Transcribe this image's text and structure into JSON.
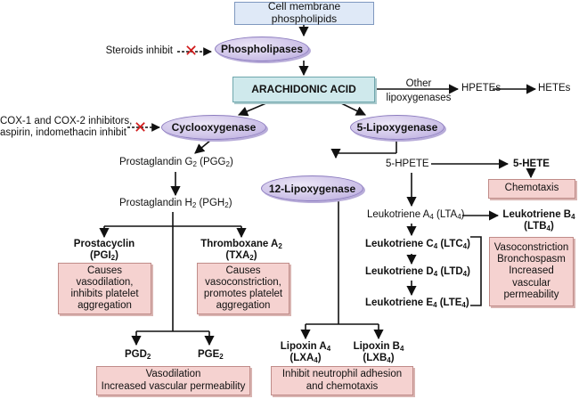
{
  "nodes": {
    "membrane": "Cell membrane phospholipids",
    "phospholipases": "Phospholipases",
    "arachidonic": "ARACHIDONIC ACID",
    "other_lipox_1": "Other",
    "other_lipox_2": "lipoxygenases",
    "hpetes": "HPETEs",
    "hetes": "HETEs",
    "cyclooxygenase": "Cyclooxygenase",
    "lipoxygenase5": "5-Lipoxygenase",
    "lipoxygenase12": "12-Lipoxygenase",
    "hpete5": "5-HPETE",
    "hete5": "5-HETE",
    "chemotaxis": "Chemotaxis",
    "pgg2": {
      "a": "Prostaglandin G",
      "s1": "2",
      "b": " (PGG",
      "s2": "2",
      "c": ")"
    },
    "pgh2": {
      "a": "Prostaglandin H",
      "s1": "2",
      "b": " (PGH",
      "s2": "2",
      "c": ")"
    },
    "prostacyclin": {
      "l1": "Prostacyclin",
      "l2a": "(PGI",
      "l2s": "2",
      "l2b": ")"
    },
    "thromboxane": {
      "l1a": "Thromboxane A",
      "l1s": "2",
      "l2a": "(TXA",
      "l2s": "2",
      "l2b": ")"
    },
    "pgd2": {
      "a": "PGD",
      "s": "2"
    },
    "pge2": {
      "a": "PGE",
      "s": "2"
    },
    "lta4": {
      "a": "Leukotriene A",
      "s1": "4",
      "b": " (LTA",
      "s2": "4",
      "c": ")"
    },
    "ltb4": {
      "l1a": "Leukotriene B",
      "l1s": "4",
      "l2a": "(LTB",
      "l2s": "4",
      "l2b": ")"
    },
    "ltc4": {
      "a": "Leukotriene C",
      "s1": "4",
      "b": " (LTC",
      "s2": "4",
      "c": ")"
    },
    "ltd4": {
      "a": "Leukotriene D",
      "s1": "4",
      "b": " (LTD",
      "s2": "4",
      "c": ")"
    },
    "lte4": {
      "a": "Leukotriene E",
      "s1": "4",
      "b": " (LTE",
      "s2": "4",
      "c": ")"
    },
    "lxa4": {
      "l1a": "Lipoxin A",
      "l1s": "4",
      "l2a": "(LXA",
      "l2s": "4",
      "l2b": ")"
    },
    "lxb4": {
      "l1a": "Lipoxin B",
      "l1s": "4",
      "l2a": "(LXB",
      "l2s": "4",
      "l2b": ")"
    }
  },
  "inhibitors": {
    "steroids": "Steroids inhibit",
    "cox_line1": "COX-1 and COX-2 inhibitors,",
    "cox_line2": "aspirin, indomethacin inhibit"
  },
  "effects": {
    "prostacyclin": [
      "Causes",
      "vasodilation,",
      "inhibits platelet",
      "aggregation"
    ],
    "thromboxane": [
      "Causes",
      "vasoconstriction,",
      "promotes platelet",
      "aggregation"
    ],
    "pgd_pge": [
      "Vasodilation",
      "Increased vascular permeability"
    ],
    "lipoxins": [
      "Inhibit neutrophil adhesion",
      "and chemotaxis"
    ],
    "leukotrienes_cde": [
      "Vasoconstriction",
      "Bronchospasm",
      "Increased",
      "vascular",
      "permeability"
    ]
  },
  "colors": {
    "membrane_box": "#dfe9f7",
    "acid_box": "#cfe9ec",
    "enzyme_oval": "#c9bde6",
    "effect_box": "#f5d2d0",
    "inhibit_x": "#d11a1a"
  }
}
